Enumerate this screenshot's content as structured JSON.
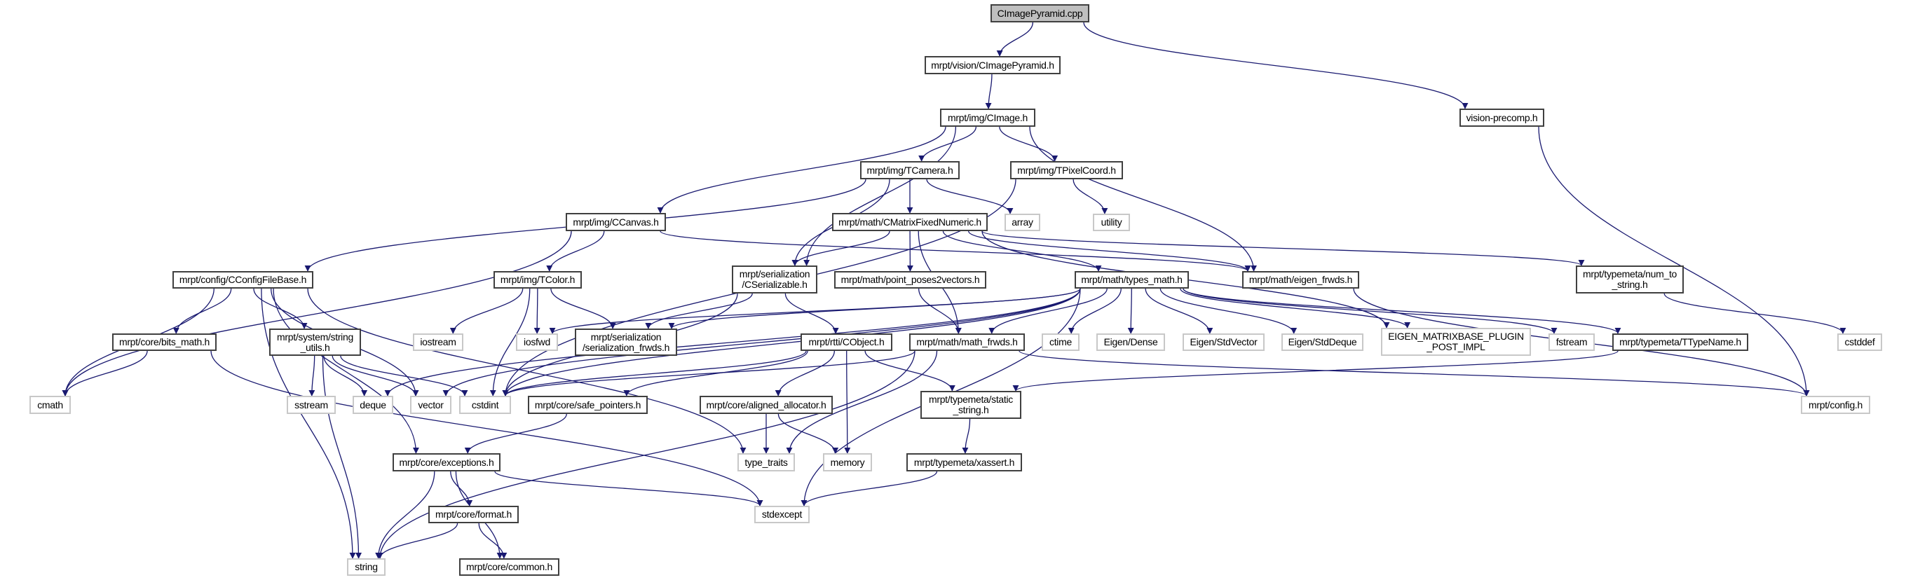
{
  "graph": {
    "edge_color": "#191970",
    "root_fill": "#bfbfbf",
    "nodes": [
      {
        "id": "root",
        "label": "CImagePyramid.cpp",
        "kind": "root"
      },
      {
        "id": "cip",
        "label": "mrpt/vision/CImagePyramid.h",
        "kind": "project"
      },
      {
        "id": "vp",
        "label": "vision-precomp.h",
        "kind": "project"
      },
      {
        "id": "cimage",
        "label": "mrpt/img/CImage.h",
        "kind": "project"
      },
      {
        "id": "tcamera",
        "label": "mrpt/img/TCamera.h",
        "kind": "project"
      },
      {
        "id": "tpixel",
        "label": "mrpt/img/TPixelCoord.h",
        "kind": "project"
      },
      {
        "id": "ccanvas",
        "label": "mrpt/img/CCanvas.h",
        "kind": "project"
      },
      {
        "id": "cmfn",
        "label": "mrpt/math/CMatrixFixedNumeric.h",
        "kind": "project"
      },
      {
        "id": "array",
        "label": "array",
        "kind": "system"
      },
      {
        "id": "utility",
        "label": "utility",
        "kind": "system"
      },
      {
        "id": "ccfb",
        "label": "mrpt/config/CConfigFileBase.h",
        "kind": "project"
      },
      {
        "id": "tcolor",
        "label": "mrpt/img/TColor.h",
        "kind": "project"
      },
      {
        "id": "cser",
        "label": "mrpt/serialization\n/CSerializable.h",
        "kind": "project"
      },
      {
        "id": "pp2v",
        "label": "mrpt/math/point_poses2vectors.h",
        "kind": "project"
      },
      {
        "id": "tmath",
        "label": "mrpt/math/types_math.h",
        "kind": "project"
      },
      {
        "id": "eigenfw",
        "label": "mrpt/math/eigen_frwds.h",
        "kind": "project"
      },
      {
        "id": "n2s",
        "label": "mrpt/typemeta/num_to\n_string.h",
        "kind": "project"
      },
      {
        "id": "bits",
        "label": "mrpt/core/bits_math.h",
        "kind": "project"
      },
      {
        "id": "sutils",
        "label": "mrpt/system/string\n_utils.h",
        "kind": "project"
      },
      {
        "id": "iostream",
        "label": "iostream",
        "kind": "system"
      },
      {
        "id": "iosfwd",
        "label": "iosfwd",
        "kind": "system"
      },
      {
        "id": "serfw",
        "label": "mrpt/serialization\n/serialization_frwds.h",
        "kind": "project"
      },
      {
        "id": "cobject",
        "label": "mrpt/rtti/CObject.h",
        "kind": "project"
      },
      {
        "id": "mathfw",
        "label": "mrpt/math/math_frwds.h",
        "kind": "project"
      },
      {
        "id": "ctime",
        "label": "ctime",
        "kind": "system"
      },
      {
        "id": "dense",
        "label": "Eigen/Dense",
        "kind": "system"
      },
      {
        "id": "stdvec",
        "label": "Eigen/StdVector",
        "kind": "system"
      },
      {
        "id": "stddeque",
        "label": "Eigen/StdDeque",
        "kind": "system"
      },
      {
        "id": "eplugin",
        "label": "EIGEN_MATRIXBASE_PLUGIN\n_POST_IMPL",
        "kind": "system"
      },
      {
        "id": "fstream",
        "label": "fstream",
        "kind": "system"
      },
      {
        "id": "ttn",
        "label": "mrpt/typemeta/TTypeName.h",
        "kind": "project"
      },
      {
        "id": "cstddef",
        "label": "cstddef",
        "kind": "system"
      },
      {
        "id": "cmath",
        "label": "cmath",
        "kind": "system"
      },
      {
        "id": "sstream",
        "label": "sstream",
        "kind": "system"
      },
      {
        "id": "deque",
        "label": "deque",
        "kind": "system"
      },
      {
        "id": "vector",
        "label": "vector",
        "kind": "system"
      },
      {
        "id": "cstdint",
        "label": "cstdint",
        "kind": "system"
      },
      {
        "id": "safeptr",
        "label": "mrpt/core/safe_pointers.h",
        "kind": "project"
      },
      {
        "id": "aligned",
        "label": "mrpt/core/aligned_allocator.h",
        "kind": "project"
      },
      {
        "id": "sstring",
        "label": "mrpt/typemeta/static\n_string.h",
        "kind": "project"
      },
      {
        "id": "config",
        "label": "mrpt/config.h",
        "kind": "system"
      },
      {
        "id": "exceptions",
        "label": "mrpt/core/exceptions.h",
        "kind": "project"
      },
      {
        "id": "typetraits",
        "label": "type_traits",
        "kind": "system"
      },
      {
        "id": "memory",
        "label": "memory",
        "kind": "system"
      },
      {
        "id": "xassert",
        "label": "mrpt/typemeta/xassert.h",
        "kind": "project"
      },
      {
        "id": "format",
        "label": "mrpt/core/format.h",
        "kind": "project"
      },
      {
        "id": "stdexcept",
        "label": "stdexcept",
        "kind": "system"
      },
      {
        "id": "string",
        "label": "string",
        "kind": "system"
      },
      {
        "id": "common",
        "label": "mrpt/core/common.h",
        "kind": "project"
      }
    ],
    "edges": [
      [
        "root",
        "cip"
      ],
      [
        "root",
        "vp"
      ],
      [
        "cip",
        "cimage"
      ],
      [
        "vp",
        "config"
      ],
      [
        "cimage",
        "ccanvas"
      ],
      [
        "cimage",
        "tcamera"
      ],
      [
        "cimage",
        "tpixel"
      ],
      [
        "cimage",
        "cser"
      ],
      [
        "cimage",
        "eigenfw"
      ],
      [
        "tcamera",
        "ccfb"
      ],
      [
        "tcamera",
        "cmfn"
      ],
      [
        "tcamera",
        "array"
      ],
      [
        "tcamera",
        "cser"
      ],
      [
        "tpixel",
        "utility"
      ],
      [
        "tpixel",
        "cstdint"
      ],
      [
        "ccanvas",
        "tcolor"
      ],
      [
        "ccanvas",
        "cmath"
      ],
      [
        "ccanvas",
        "eigenfw"
      ],
      [
        "tcolor",
        "iostream"
      ],
      [
        "tcolor",
        "iosfwd"
      ],
      [
        "tcolor",
        "serfw"
      ],
      [
        "tcolor",
        "cstdint"
      ],
      [
        "ccfb",
        "cmath"
      ],
      [
        "ccfb",
        "string"
      ],
      [
        "ccfb",
        "exceptions"
      ],
      [
        "ccfb",
        "bits"
      ],
      [
        "ccfb",
        "typetraits"
      ],
      [
        "ccfb",
        "sutils"
      ],
      [
        "ccfb",
        "vector"
      ],
      [
        "bits",
        "cmath"
      ],
      [
        "bits",
        "stdexcept"
      ],
      [
        "sutils",
        "string"
      ],
      [
        "sutils",
        "sstream"
      ],
      [
        "sutils",
        "deque"
      ],
      [
        "sutils",
        "vector"
      ],
      [
        "sutils",
        "cstdint"
      ],
      [
        "exceptions",
        "string"
      ],
      [
        "exceptions",
        "format"
      ],
      [
        "exceptions",
        "common"
      ],
      [
        "exceptions",
        "stdexcept"
      ],
      [
        "format",
        "string"
      ],
      [
        "format",
        "common"
      ],
      [
        "cser",
        "serfw"
      ],
      [
        "cser",
        "cobject"
      ],
      [
        "cser",
        "cstdint"
      ],
      [
        "cobject",
        "cstdint"
      ],
      [
        "cobject",
        "safeptr"
      ],
      [
        "cobject",
        "aligned"
      ],
      [
        "cobject",
        "memory"
      ],
      [
        "cobject",
        "sstring"
      ],
      [
        "safeptr",
        "exceptions"
      ],
      [
        "aligned",
        "typetraits"
      ],
      [
        "aligned",
        "memory"
      ],
      [
        "sstring",
        "xassert"
      ],
      [
        "xassert",
        "stdexcept"
      ],
      [
        "mathfw",
        "string"
      ],
      [
        "mathfw",
        "typetraits"
      ],
      [
        "mathfw",
        "config"
      ],
      [
        "mathfw",
        "cstdint"
      ],
      [
        "cmfn",
        "cser"
      ],
      [
        "cmfn",
        "pp2v"
      ],
      [
        "cmfn",
        "mathfw"
      ],
      [
        "cmfn",
        "tmath"
      ],
      [
        "cmfn",
        "eigenfw"
      ],
      [
        "cmfn",
        "eplugin"
      ],
      [
        "cmfn",
        "n2s"
      ],
      [
        "pp2v",
        "mathfw"
      ],
      [
        "tmath",
        "mathfw"
      ],
      [
        "tmath",
        "ctime"
      ],
      [
        "tmath",
        "dense"
      ],
      [
        "tmath",
        "stdvec"
      ],
      [
        "tmath",
        "stddeque"
      ],
      [
        "tmath",
        "eplugin"
      ],
      [
        "tmath",
        "fstream"
      ],
      [
        "tmath",
        "ttn"
      ],
      [
        "tmath",
        "iosfwd"
      ],
      [
        "tmath",
        "serfw"
      ],
      [
        "tmath",
        "vector"
      ],
      [
        "tmath",
        "deque"
      ],
      [
        "tmath",
        "cstdint"
      ],
      [
        "tmath",
        "stdexcept"
      ],
      [
        "eigenfw",
        "config"
      ],
      [
        "n2s",
        "cstddef"
      ],
      [
        "ttn",
        "sstring"
      ]
    ]
  }
}
